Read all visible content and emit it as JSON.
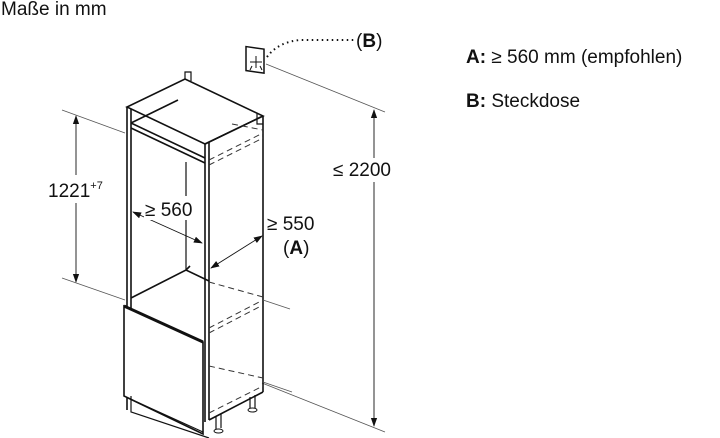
{
  "title": "Maße in mm",
  "legend": [
    {
      "key": "A:",
      "text": "≥ 560 mm (empfohlen)"
    },
    {
      "key": "B:",
      "text": "Steckdose"
    }
  ],
  "dimensions": {
    "niche_height": {
      "value": "1221",
      "tolerance": "+7"
    },
    "niche_width": "≥ 560",
    "niche_depth": "≥ 550",
    "niche_depth_ref": "(A)",
    "total_height": "≤ 2200",
    "socket_ref": "(B)"
  },
  "icons": {
    "socket": "power-socket-icon"
  }
}
